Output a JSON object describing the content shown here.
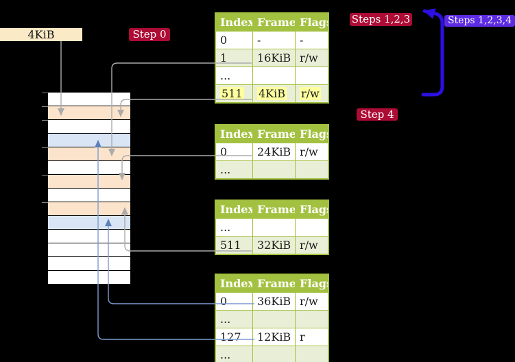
{
  "colors": {
    "background": "#000000",
    "badge_red": "#ad0c35",
    "badge_purple": "#5c2be2",
    "big_arrow": "#2b10e0",
    "arrow_gray": "#ababab",
    "arrow_blue": "#7c9cd0",
    "arrow_blue_head": "#5c80b8",
    "table_header_green": "#a3c140",
    "table_border": "#a3c140",
    "table_row_shade": "#e9efd7",
    "highlight_yellow": "#feff9e",
    "frame_peach": "#fce4cc",
    "frame_blue": "#d9e5f4",
    "frame_white": "#ffffff",
    "frame_label_bg": "#faeac6",
    "tick_gray": "#8a8a8a"
  },
  "frame_box": {
    "label": "4KiB"
  },
  "badges": {
    "step0": {
      "label": "Step 0"
    },
    "steps123": {
      "label": "Steps 1,2,3"
    },
    "steps1234": {
      "label": "Steps 1,2,3,4"
    },
    "step4": {
      "label": "Step 4"
    }
  },
  "memory_column": {
    "row_colors": [
      "white",
      "peach",
      "white",
      "blue",
      "peach",
      "white",
      "peach",
      "white",
      "peach",
      "blue",
      "white",
      "white",
      "white",
      "white"
    ]
  },
  "tables": [
    {
      "name": "level-4-table",
      "headers": [
        "Index",
        "Frame",
        "Flags"
      ],
      "rows": [
        {
          "cells": [
            "0",
            "-",
            "-"
          ],
          "shaded": false,
          "highlight": false
        },
        {
          "cells": [
            "1",
            "16KiB",
            "r/w"
          ],
          "shaded": true,
          "highlight": false
        },
        {
          "cells": [
            "...",
            "",
            ""
          ],
          "shaded": false,
          "highlight": false
        },
        {
          "cells": [
            "511",
            "4KiB",
            "r/w"
          ],
          "shaded": true,
          "highlight": true
        }
      ]
    },
    {
      "name": "level-3-table",
      "headers": [
        "Index",
        "Frame",
        "Flags"
      ],
      "rows": [
        {
          "cells": [
            "0",
            "24KiB",
            "r/w"
          ],
          "shaded": false,
          "highlight": false
        },
        {
          "cells": [
            "...",
            "",
            ""
          ],
          "shaded": true,
          "highlight": false
        }
      ]
    },
    {
      "name": "level-2-table",
      "headers": [
        "Index",
        "Frame",
        "Flags"
      ],
      "rows": [
        {
          "cells": [
            "...",
            "",
            ""
          ],
          "shaded": false,
          "highlight": false
        },
        {
          "cells": [
            "511",
            "32KiB",
            "r/w"
          ],
          "shaded": true,
          "highlight": false
        }
      ]
    },
    {
      "name": "level-1-table",
      "headers": [
        "Index",
        "Frame",
        "Flags"
      ],
      "rows": [
        {
          "cells": [
            "0",
            "36KiB",
            "r/w"
          ],
          "shaded": false,
          "highlight": false
        },
        {
          "cells": [
            "...",
            "",
            ""
          ],
          "shaded": true,
          "highlight": false
        },
        {
          "cells": [
            "127",
            "12KiB",
            "r"
          ],
          "shaded": false,
          "highlight": false
        },
        {
          "cells": [
            "...",
            "",
            ""
          ],
          "shaded": true,
          "highlight": false
        }
      ]
    }
  ]
}
